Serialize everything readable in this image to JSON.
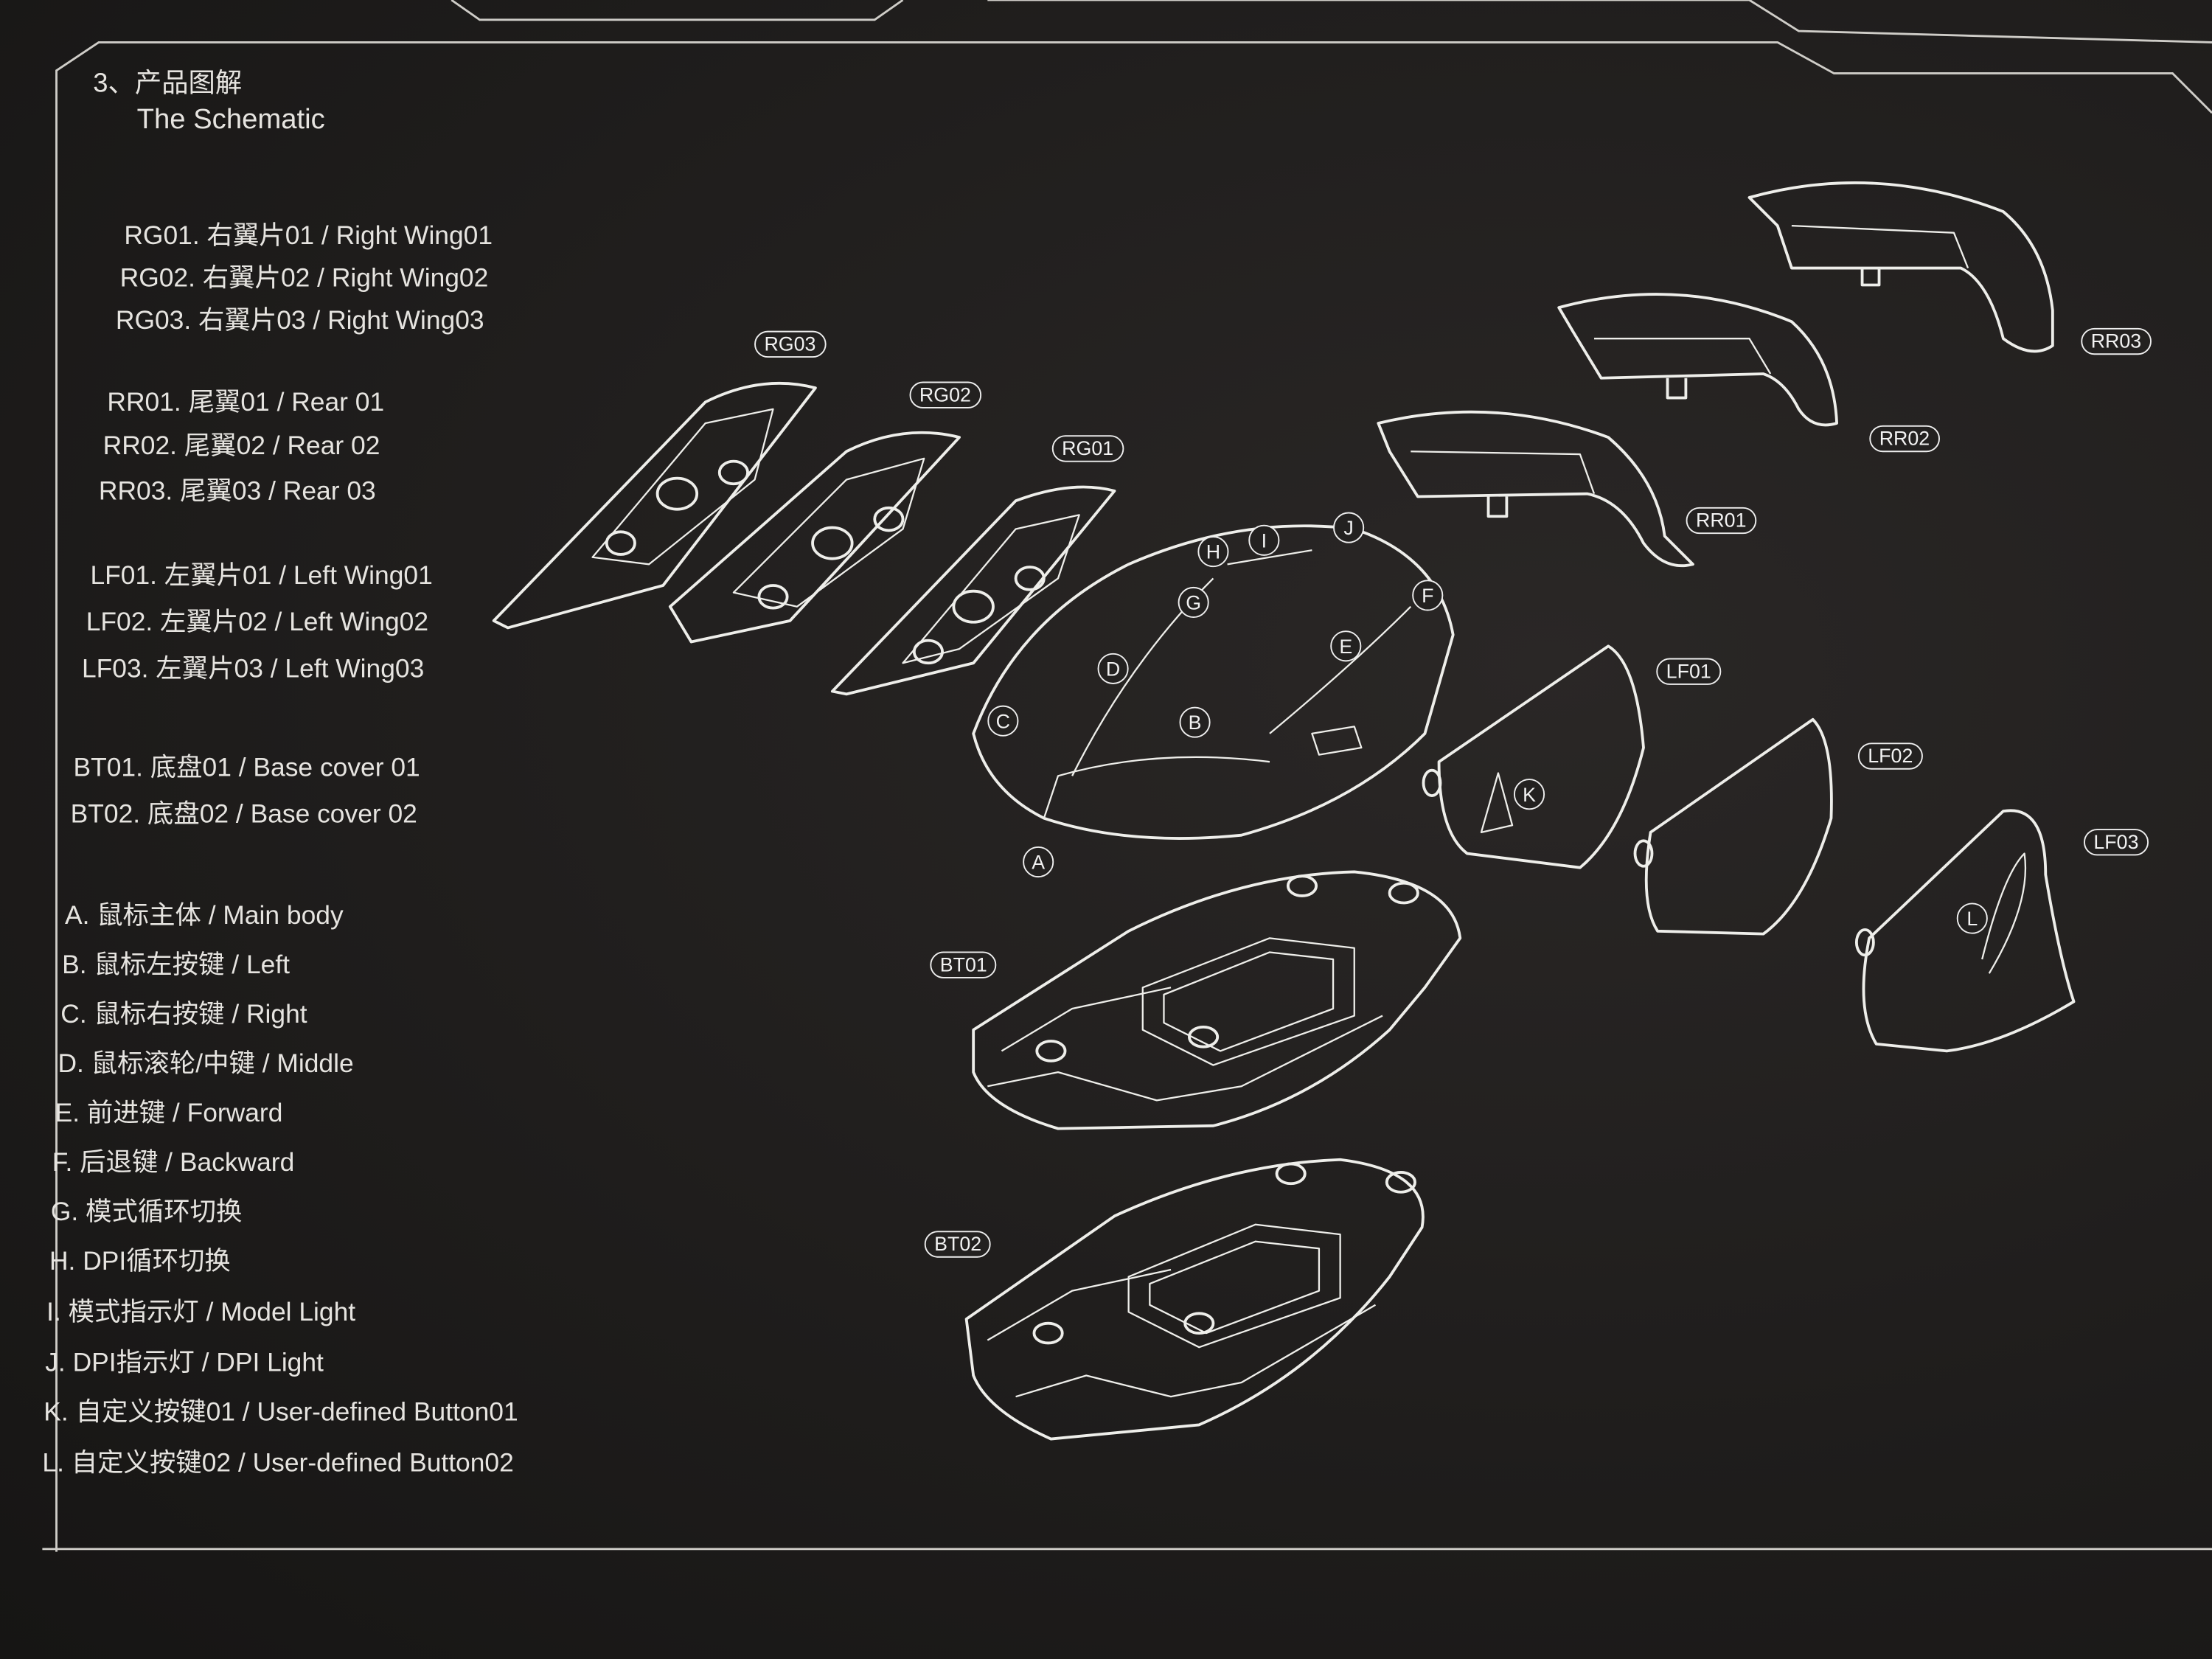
{
  "heading": {
    "cn": "3、产品图解",
    "en": "The Schematic"
  },
  "legend": [
    {
      "text": "RG01. 右翼片01  / Right Wing01"
    },
    {
      "text": "RG02. 右翼片02 / Right Wing02"
    },
    {
      "text": "RG03. 右翼片03 / Right Wing03"
    },
    {
      "text": "RR01. 尾翼01 / Rear 01"
    },
    {
      "text": "RR02. 尾翼02 / Rear 02"
    },
    {
      "text": "RR03. 尾翼03 / Rear 03"
    },
    {
      "text": "LF01. 左翼片01 / Left Wing01"
    },
    {
      "text": "LF02. 左翼片02 / Left Wing02"
    },
    {
      "text": "LF03. 左翼片03 / Left Wing03"
    },
    {
      "text": "BT01. 底盘01 / Base cover 01"
    },
    {
      "text": "BT02. 底盘02 / Base cover 02"
    },
    {
      "text": "A. 鼠标主体 / Main body"
    },
    {
      "text": "B. 鼠标左按键 / Left"
    },
    {
      "text": "C. 鼠标右按键 / Right"
    },
    {
      "text": "D. 鼠标滚轮/中键 / Middle"
    },
    {
      "text": "E. 前进键 / Forward"
    },
    {
      "text": "F. 后退键 / Backward"
    },
    {
      "text": "G. 模式循环切换"
    },
    {
      "text": "H. DPI循环切换"
    },
    {
      "text": "I. 模式指示灯 / Model Light"
    },
    {
      "text": "J. DPI指示灯 / DPI Light"
    },
    {
      "text": "K. 自定义按键01 / User-defined Button01"
    },
    {
      "text": "L. 自定义按键02 / User-defined Button02"
    }
  ],
  "part_tags": {
    "RG03": "RG03",
    "RG02": "RG02",
    "RG01": "RG01",
    "RR03": "RR03",
    "RR02": "RR02",
    "RR01": "RR01",
    "LF01": "LF01",
    "LF02": "LF02",
    "LF03": "LF03",
    "BT01": "BT01",
    "BT02": "BT02"
  },
  "callouts": {
    "A": "A",
    "B": "B",
    "C": "C",
    "D": "D",
    "E": "E",
    "F": "F",
    "G": "G",
    "H": "H",
    "I": "I",
    "J": "J",
    "K": "K",
    "L": "L"
  }
}
